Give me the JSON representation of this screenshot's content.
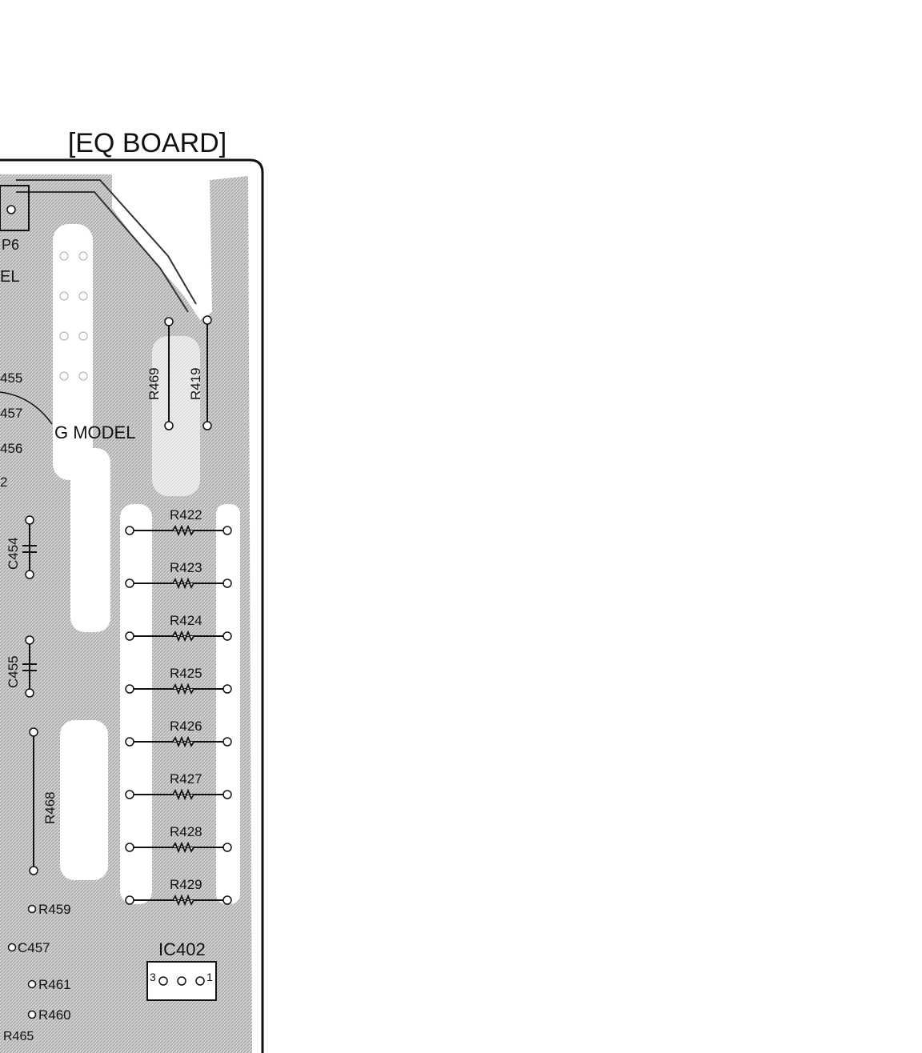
{
  "title": "[EQ BOARD]",
  "model_labels": {
    "g_model": "G MODEL",
    "p6": "P6",
    "el": "EL"
  },
  "resistors_vertical_top": [
    "R469",
    "R419"
  ],
  "resistors_horizontal": [
    "R422",
    "R423",
    "R424",
    "R425",
    "R426",
    "R427",
    "R428",
    "R429"
  ],
  "capacitors_left": [
    "C454",
    "C455"
  ],
  "r468": "R468",
  "left_edge_labels": [
    "455",
    "457",
    "456",
    "2"
  ],
  "bottom_left_labels": [
    "R459",
    "C457",
    "R461",
    "R460",
    "R465"
  ],
  "ic": {
    "name": "IC402",
    "pins": [
      "3",
      "1"
    ]
  },
  "colors": {
    "copper": "#c9c9c9",
    "trace": "#111111",
    "background": "#ffffff"
  }
}
